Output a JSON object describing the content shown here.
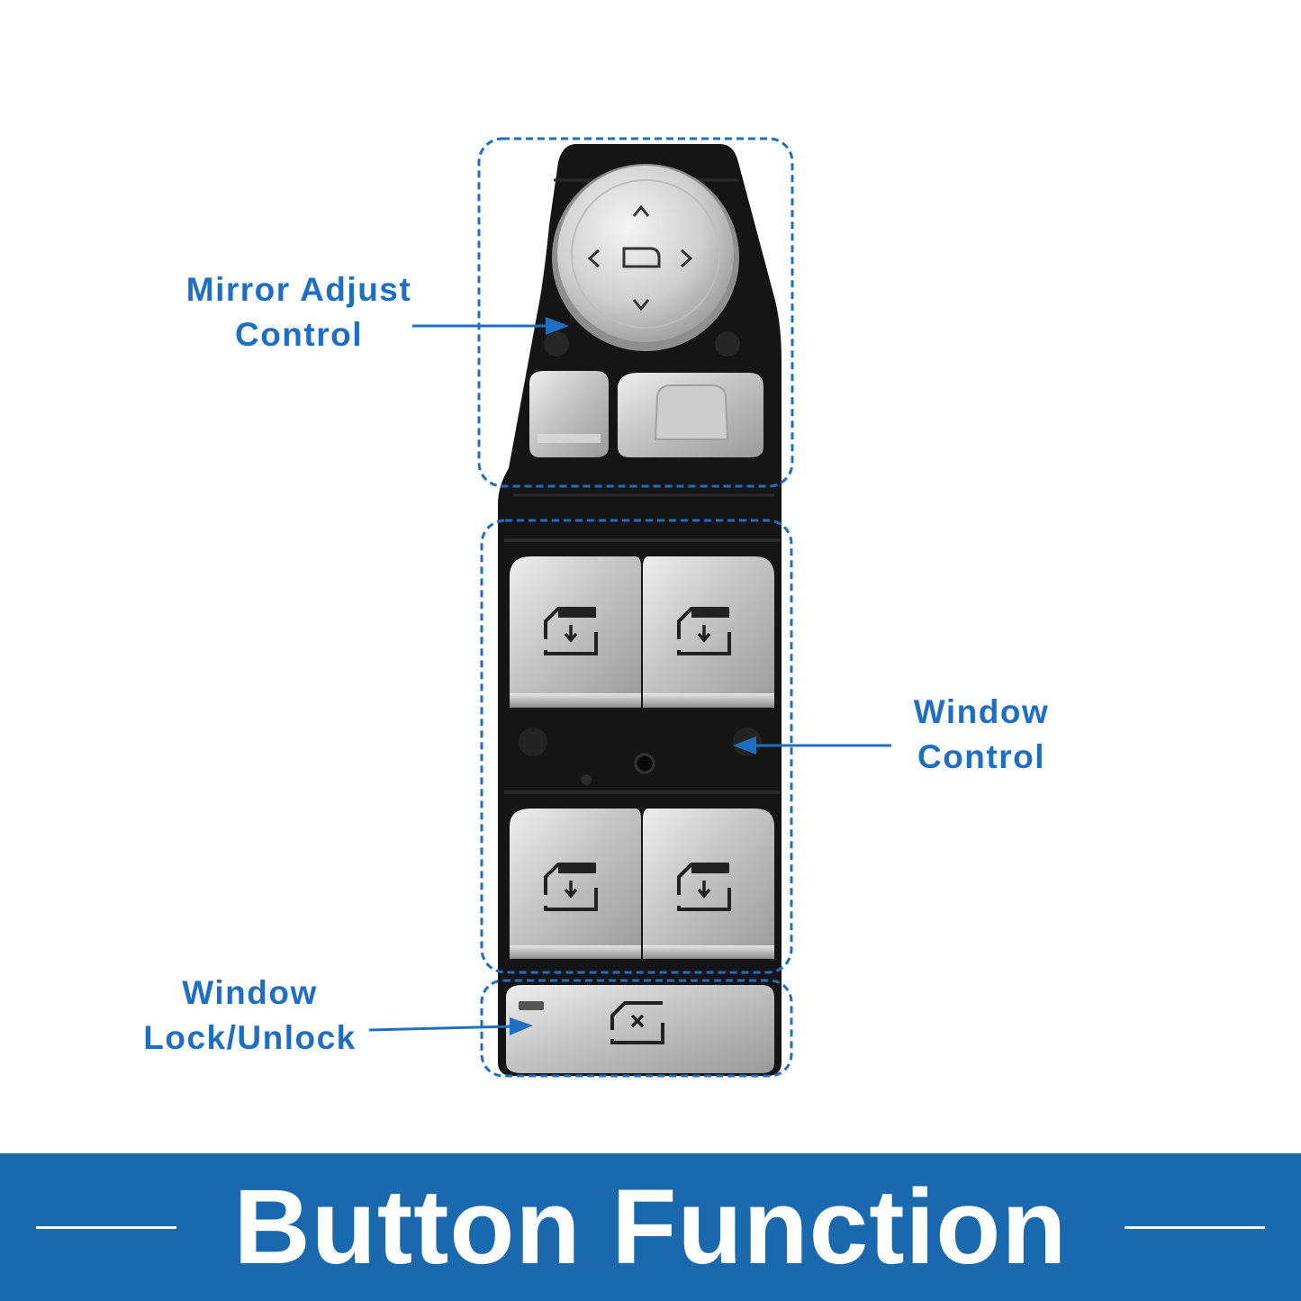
{
  "labels": {
    "mirror": "Mirror Adjust\nControl",
    "window": "Window\nControl",
    "lock": "Window\nLock/Unlock"
  },
  "banner": {
    "title": "Button Function"
  },
  "colors": {
    "accent": "#1e6fc4",
    "banner": "#1a69ae",
    "panel": "#141414",
    "chrome": "#c9c9c9"
  },
  "icons": [
    "mirror-dial-icon",
    "window-switch-icon",
    "window-lock-icon",
    "arrow-icon"
  ]
}
